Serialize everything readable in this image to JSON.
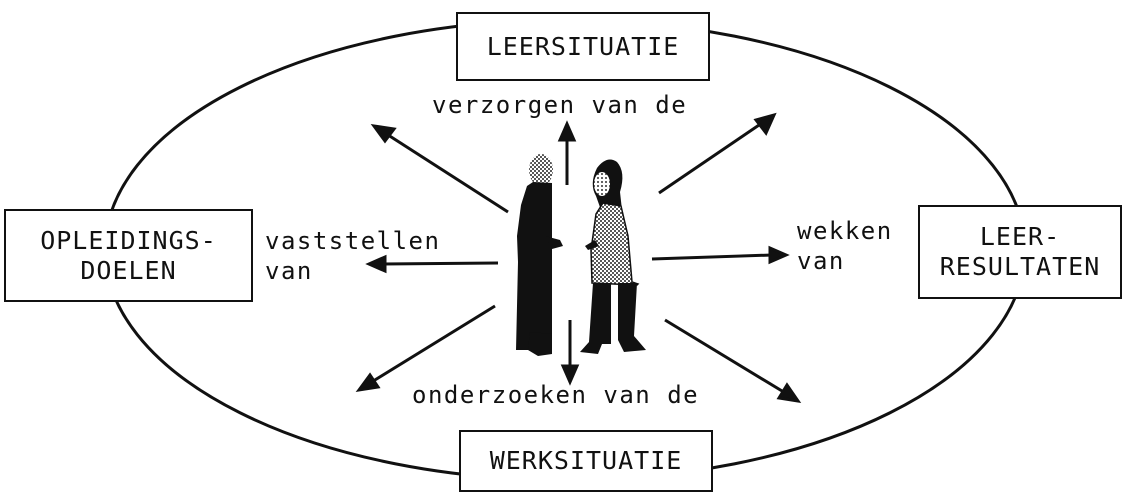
{
  "colors": {
    "ink": "#111111",
    "paper": "#ffffff",
    "dress_shade": "#8a8a8a",
    "head_shade": "#9c9c9c"
  },
  "boxes": {
    "top": "LEERSITUATIE",
    "bottom": "WERKSITUATIE",
    "left": [
      "OPLEIDINGS-",
      "DOELEN"
    ],
    "right": [
      "LEER-",
      "RESULTATEN"
    ]
  },
  "labels": {
    "top": "verzorgen van de",
    "bottom": "onderzoeken van de",
    "left": [
      "vaststellen",
      "van"
    ],
    "right": [
      "wekken",
      "van"
    ]
  },
  "figures": [
    "man-figure",
    "woman-figure"
  ]
}
